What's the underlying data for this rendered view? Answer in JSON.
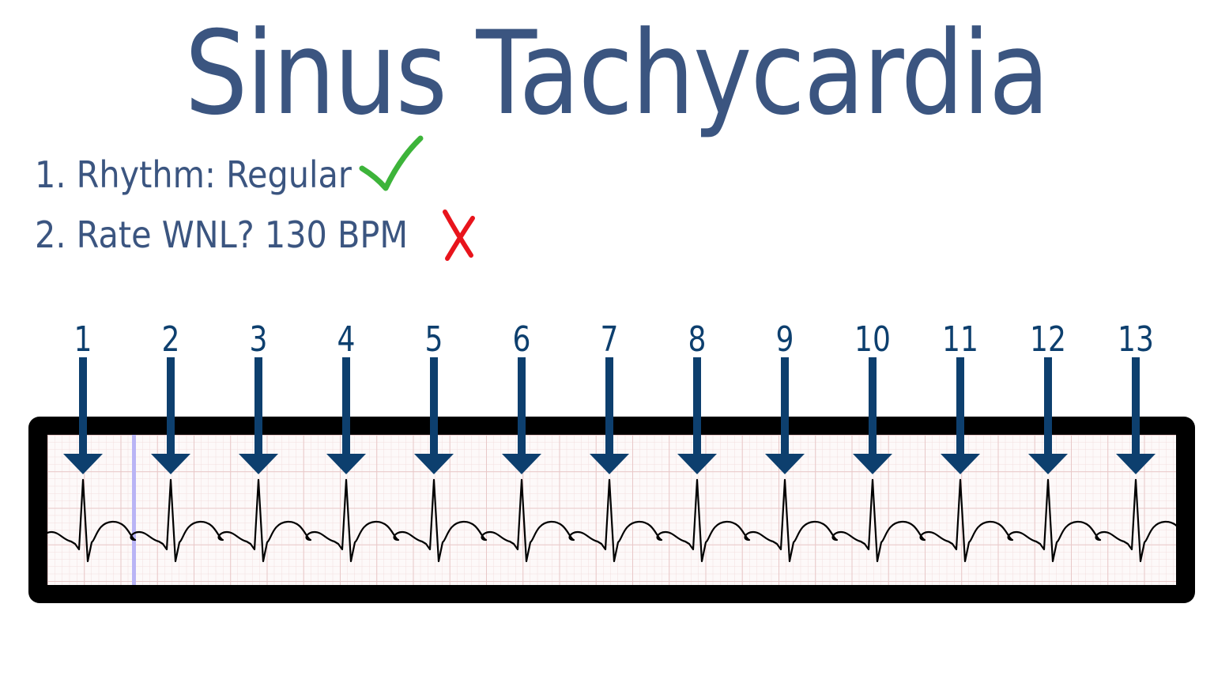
{
  "title": "Sinus Tachycardia",
  "criteria": [
    {
      "number": "1.",
      "text": "1. Rhythm: Regular",
      "status": "check",
      "status_color": "#3db43a"
    },
    {
      "number": "2.",
      "text": "2. Rate WNL? 130 BPM",
      "status": "cross",
      "status_color": "#e8141c"
    }
  ],
  "ecg_strip": {
    "frame_color": "#000000",
    "grid_minor_color": "#f2dede",
    "grid_major_color": "#e8c4c4",
    "marker_line_color": "#b9b4f5",
    "trace_color": "#000000",
    "beat_count": 13,
    "beat_labels": [
      "1",
      "2",
      "3",
      "4",
      "5",
      "6",
      "7",
      "8",
      "9",
      "10",
      "11",
      "12",
      "13"
    ],
    "beat_x": [
      105,
      216,
      327,
      438,
      549,
      660,
      771,
      882,
      993,
      1104,
      1215,
      1326,
      1437
    ],
    "arrow_color": "#0d3f6e"
  },
  "colors": {
    "text": "#3b5580",
    "check": "#3db43a",
    "cross": "#e8141c"
  }
}
